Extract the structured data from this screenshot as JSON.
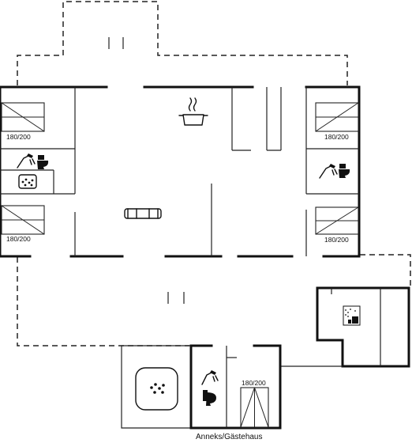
{
  "plan": {
    "bed_labels": {
      "bed_top_left": "180/200",
      "bed_bottom_left": "180/200",
      "bed_top_right": "180/200",
      "bed_bottom_right": "180/200",
      "bed_annex": "180/200"
    },
    "annex_caption": "Anneks/Gästehaus",
    "icons": [
      "kitchen-pot-icon",
      "sofa-icon",
      "shower-icon",
      "toilet-icon",
      "whirlpool-icon",
      "sauna-icon"
    ]
  }
}
